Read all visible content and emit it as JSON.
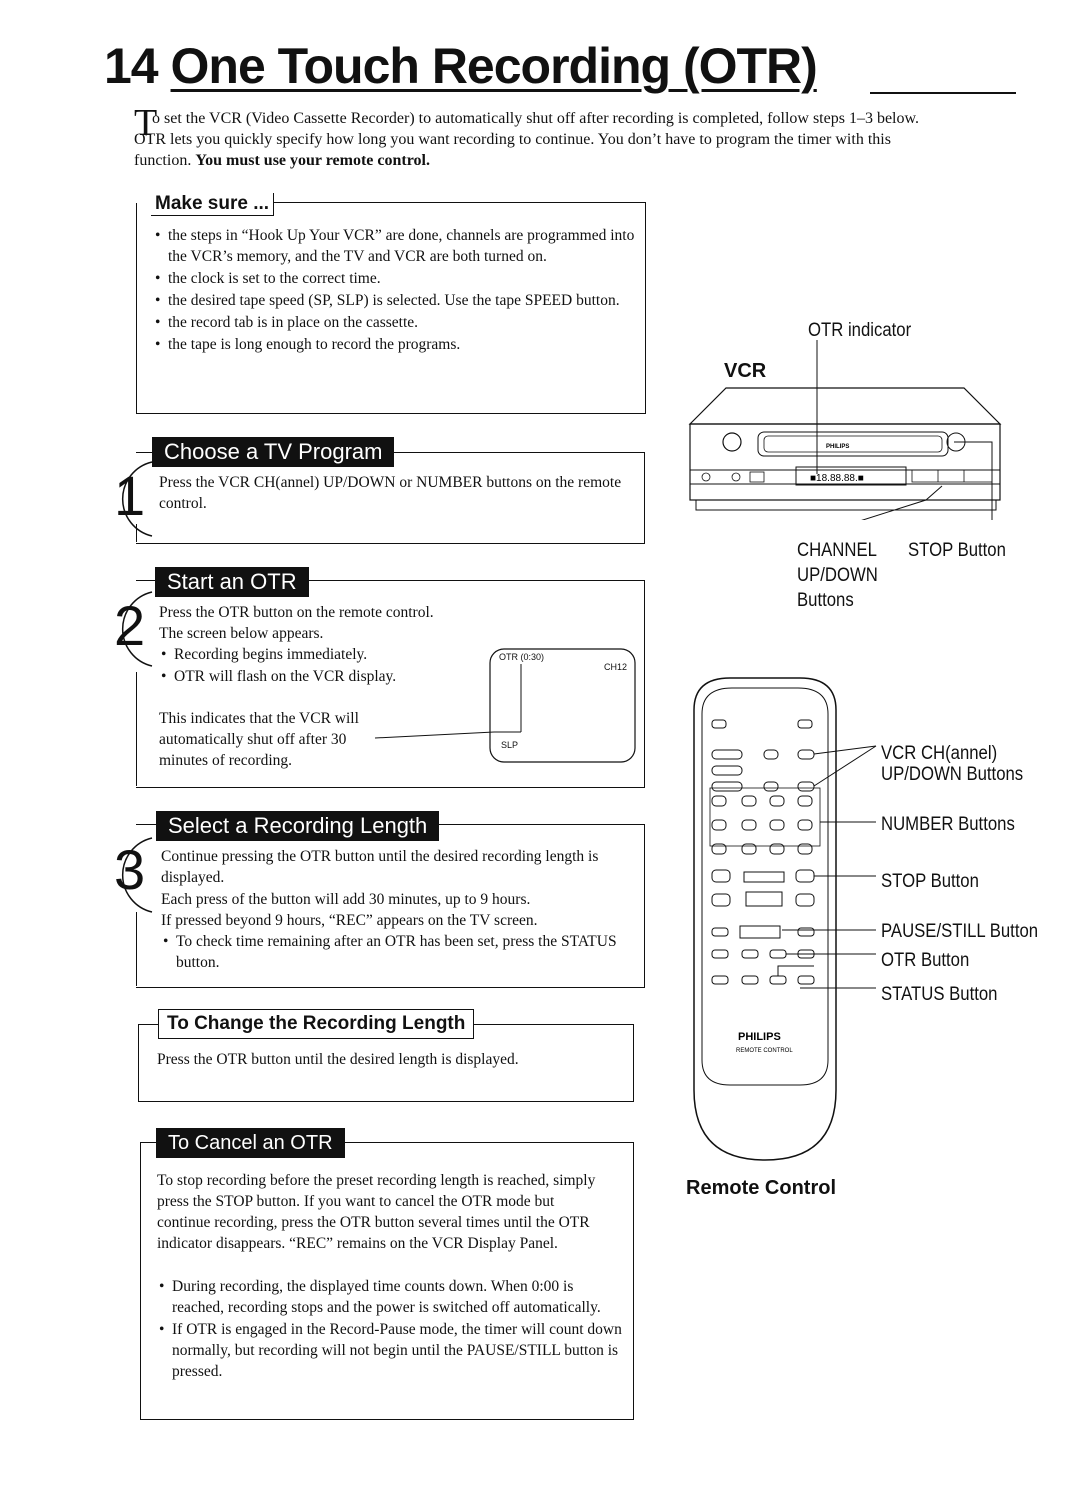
{
  "header": {
    "page_number": "14",
    "title": "One Touch Recording (OTR)"
  },
  "intro": {
    "dropcap": "T",
    "text": "o set the VCR (Video Cassette Recorder) to automatically shut off after recording is completed, follow steps 1–3 below. OTR lets you quickly specify how long you want recording to continue. You don’t have to program the timer with this function.",
    "bold": "You must use your remote control."
  },
  "make_sure": {
    "heading": "Make sure ...",
    "items": [
      "the steps in “Hook Up Your VCR” are done, channels are programmed into the VCR’s memory, and the TV and VCR are both turned on.",
      "the clock is set to the correct time.",
      "the desired tape speed (SP, SLP) is selected. Use the tape SPEED button.",
      "the record tab is in place on the cassette.",
      "the tape is long enough to record the programs."
    ]
  },
  "steps": [
    {
      "number": "1",
      "heading": "Choose a TV Program",
      "text": "Press the VCR CH(annel) UP/DOWN or NUMBER buttons on the remote control."
    },
    {
      "number": "2",
      "heading": "Start an OTR",
      "text": "Press the OTR button on the remote control.",
      "text2": "The screen below appears.",
      "bullets": [
        "Recording begins immediately.",
        "OTR will flash on the VCR display."
      ],
      "note": "This indicates that the VCR will automatically shut off after 30 minutes of recording.",
      "screen": {
        "otr": "OTR (0:30)",
        "channel": "CH12",
        "speed": "SLP"
      }
    },
    {
      "number": "3",
      "heading": "Select a Recording Length",
      "text": "Continue pressing the OTR button until the desired recording length is displayed.",
      "line2": "Each press of the button will add 30 minutes, up to 9 hours.",
      "line3": "If pressed beyond 9 hours, “REC” appears on the TV screen.",
      "bullets": [
        "To check time remaining after an OTR has been set, press the STATUS button."
      ]
    }
  ],
  "change_length": {
    "heading": "To Change the Recording Length",
    "text": "Press the OTR button until the desired length is displayed."
  },
  "cancel": {
    "heading": "To Cancel an OTR",
    "text": "To stop recording before the preset recording length is reached, simply press the STOP button. If you want to cancel the OTR mode but continue recording, press the OTR button several times until the OTR indicator disappears. “REC” remains on the VCR Display Panel.",
    "bullets": [
      "During recording, the displayed time counts down. When 0:00 is reached, recording stops and the power is switched off automatically.",
      "If OTR is engaged in the Record-Pause mode, the timer will count down normally, but recording will not begin until the PAUSE/STILL button is pressed."
    ]
  },
  "vcr_figure": {
    "caption": "VCR",
    "brand": "PHILIPS",
    "display": "■18.88.88.■",
    "labels": {
      "otr_indicator": "OTR indicator",
      "channel_1": "CHANNEL",
      "channel_2": "UP/DOWN",
      "channel_3": "Buttons",
      "stop": "STOP Button"
    }
  },
  "remote_figure": {
    "caption": "Remote Control",
    "brand": "PHILIPS",
    "brand_sub": "REMOTE CONTROL",
    "labels": {
      "ch_1": "VCR CH(annel)",
      "ch_2": "UP/DOWN Buttons",
      "number": "NUMBER Buttons",
      "stop": "STOP Button",
      "pause": "PAUSE/STILL Button",
      "otr": "OTR Button",
      "status": "STATUS Button"
    }
  }
}
